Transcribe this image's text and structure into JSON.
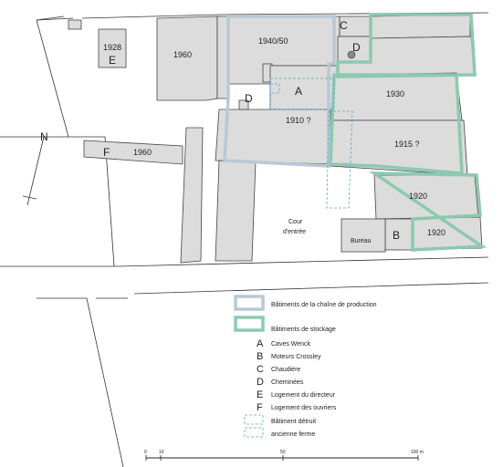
{
  "buildings": {
    "b1928": {
      "year": "1928",
      "letter": "E"
    },
    "b1960_top": {
      "year": "1960"
    },
    "b1940": {
      "year": "1940/50"
    },
    "c_label": "C",
    "d_top": "D",
    "a_label": "A",
    "d_mid": "D",
    "b1910": {
      "year": "1910 ?"
    },
    "b1930": {
      "year": "1930"
    },
    "b1915": {
      "year": "1915 ?"
    },
    "b1920a": {
      "year": "1920"
    },
    "b1920b": {
      "year": "1920"
    },
    "f_building": {
      "letter": "F",
      "year": "1960"
    },
    "bureau": "Bureau",
    "b_label": "B",
    "cour_line1": "Cour",
    "cour_line2": "d'entrée"
  },
  "north": {
    "label": "N"
  },
  "legend": {
    "production": "Bâtiments de la chaîne de production",
    "stockage": "Bâtiments de stockage",
    "items": [
      {
        "letter": "A",
        "text": "Caves Wenck"
      },
      {
        "letter": "B",
        "text": "Moteurs Crossley"
      },
      {
        "letter": "C",
        "text": "Chaudière"
      },
      {
        "letter": "D",
        "text": "Cheminées"
      },
      {
        "letter": "E",
        "text": "Logement du directeur"
      },
      {
        "letter": "F",
        "text": "Logement des ouvriers"
      }
    ],
    "detruit": "Bâtiment détruit",
    "ferme": "ancienne ferme"
  },
  "scale": {
    "t0": "0",
    "t10": "10",
    "t50": "50",
    "t100": "100 m"
  },
  "colors": {
    "building_fill": "#dcdcdc",
    "production": "#b8c8d6",
    "stockage": "#8cc9b0",
    "detruit": "#5aa7c9"
  }
}
